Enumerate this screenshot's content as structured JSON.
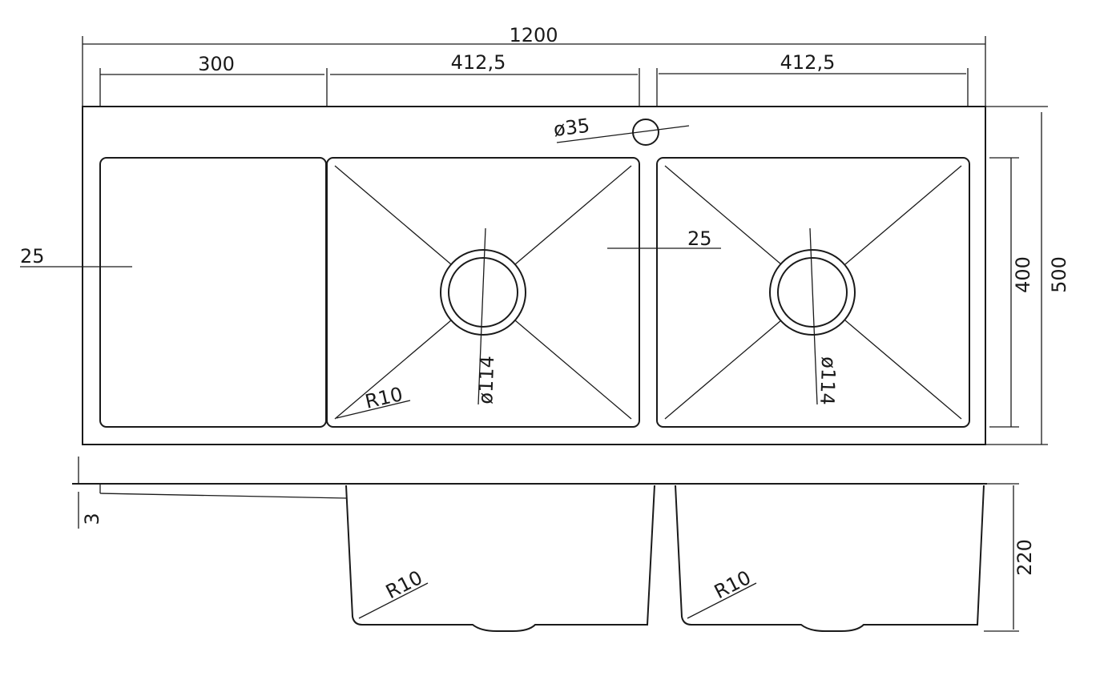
{
  "dimensions": {
    "overall_width": "1200",
    "drainboard_width": "300",
    "bowl1_width": "412,5",
    "bowl2_width": "412,5",
    "tap_hole": "ø35",
    "edge_left": "25",
    "bowl_gap": "25",
    "bowl_depth_inner": "400",
    "overall_depth": "500",
    "drain1": "ø114",
    "drain2": "ø114",
    "corner_radius_top": "R10",
    "side_thickness": "3",
    "bowl_height": "220",
    "side_radius_1": "R10",
    "side_radius_2": "R10"
  },
  "colors": {
    "line": "#1a1a1a",
    "background": "#ffffff"
  }
}
